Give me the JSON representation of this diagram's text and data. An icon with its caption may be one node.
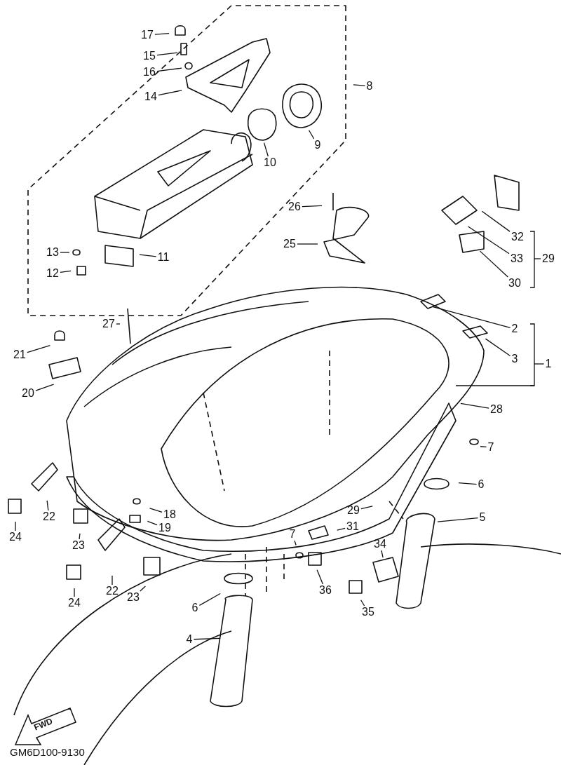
{
  "diagram": {
    "nodes": [
      {
        "text": [
          "17"
        ]
      },
      {
        "text": [
          "15"
        ]
      },
      {
        "text": [
          "16"
        ]
      },
      {
        "text": [
          "8"
        ]
      },
      {
        "text": [
          "14"
        ]
      },
      {
        "text": [
          "9"
        ]
      },
      {
        "text": [
          "10"
        ]
      },
      {
        "text": [
          "26"
        ]
      },
      {
        "text": [
          "32"
        ]
      },
      {
        "text": [
          "25"
        ]
      },
      {
        "text": [
          "13"
        ]
      },
      {
        "text": [
          "11"
        ]
      },
      {
        "text": [
          "33"
        ]
      },
      {
        "text": [
          "29"
        ]
      },
      {
        "text": [
          "12"
        ]
      },
      {
        "text": [
          "30"
        ]
      },
      {
        "text": [
          "27"
        ]
      },
      {
        "text": [
          "2"
        ]
      },
      {
        "text": [
          "21"
        ]
      },
      {
        "text": [
          "3"
        ]
      },
      {
        "text": [
          "1"
        ]
      },
      {
        "text": [
          "20"
        ]
      },
      {
        "text": [
          "28"
        ]
      },
      {
        "text": [
          "7"
        ]
      },
      {
        "text": [
          "6"
        ]
      },
      {
        "text": [
          "29"
        ]
      },
      {
        "text": [
          "18"
        ]
      },
      {
        "text": [
          "22"
        ]
      },
      {
        "text": [
          "5"
        ]
      },
      {
        "text": [
          "31"
        ]
      },
      {
        "text": [
          "19"
        ]
      },
      {
        "text": [
          "7"
        ]
      },
      {
        "text": [
          "24"
        ]
      },
      {
        "text": [
          "34"
        ]
      },
      {
        "text": [
          "23"
        ]
      },
      {
        "text": [
          "36"
        ]
      },
      {
        "text": [
          "22"
        ]
      },
      {
        "text": [
          "23"
        ]
      },
      {
        "text": [
          "24"
        ]
      },
      {
        "text": [
          "6"
        ]
      },
      {
        "text": [
          "35"
        ]
      },
      {
        "text": [
          "4"
        ]
      },
      {
        "text": [],
        "shape": "bar"
      },
      {
        "text": [],
        "shape": "bar"
      }
    ],
    "edges": [
      {
        "from": 0,
        "to": null,
        "arrow": "none"
      },
      {
        "from": 1,
        "to": null,
        "arrow": "none"
      },
      {
        "from": 2,
        "to": null,
        "arrow": "none"
      },
      {
        "from": 3,
        "to": null,
        "arrow": "none"
      },
      {
        "from": 4,
        "to": null,
        "arrow": "none"
      },
      {
        "from": 5,
        "to": null,
        "arrow": "none"
      },
      {
        "from": 6,
        "to": null,
        "arrow": "none"
      },
      {
        "from": 7,
        "to": null,
        "arrow": "none"
      },
      {
        "from": 8,
        "to": null,
        "arrow": "none"
      },
      {
        "from": 9,
        "to": null,
        "arrow": "none"
      },
      {
        "from": 10,
        "to": null,
        "arrow": "none"
      },
      {
        "from": 11,
        "to": null,
        "arrow": "none"
      },
      {
        "from": 12,
        "to": null,
        "arrow": "none"
      },
      {
        "from": 13,
        "to": 42,
        "arrow": "none"
      },
      {
        "from": 14,
        "to": null,
        "arrow": "none"
      },
      {
        "from": 15,
        "to": null,
        "arrow": "none"
      },
      {
        "from": 16,
        "to": null,
        "arrow": "none"
      },
      {
        "from": 17,
        "to": null,
        "arrow": "none"
      },
      {
        "from": 18,
        "to": null,
        "arrow": "none"
      },
      {
        "from": 19,
        "to": null,
        "arrow": "none"
      },
      {
        "from": 20,
        "to": 43,
        "arrow": "none"
      },
      {
        "from": 21,
        "to": null,
        "arrow": "none"
      },
      {
        "from": 22,
        "to": null,
        "arrow": "none"
      },
      {
        "from": 23,
        "to": null,
        "arrow": "none"
      },
      {
        "from": 24,
        "to": null,
        "arrow": "none"
      },
      {
        "from": 25,
        "to": null,
        "arrow": "none"
      },
      {
        "from": 26,
        "to": null,
        "arrow": "none"
      },
      {
        "from": 27,
        "to": null,
        "arrow": "none"
      },
      {
        "from": 28,
        "to": null,
        "arrow": "none"
      },
      {
        "from": 29,
        "to": null,
        "arrow": "none"
      },
      {
        "from": 30,
        "to": null,
        "arrow": "none"
      },
      {
        "from": 31,
        "to": null,
        "arrow": "none"
      },
      {
        "from": 32,
        "to": null,
        "arrow": "none"
      },
      {
        "from": 33,
        "to": null,
        "arrow": "none"
      },
      {
        "from": 34,
        "to": null,
        "arrow": "none"
      },
      {
        "from": 35,
        "to": null,
        "arrow": "none"
      },
      {
        "from": 36,
        "to": null,
        "arrow": "none"
      },
      {
        "from": 37,
        "to": null,
        "arrow": "none"
      },
      {
        "from": 38,
        "to": null,
        "arrow": "none"
      },
      {
        "from": 39,
        "to": null,
        "arrow": "none"
      },
      {
        "from": 40,
        "to": null,
        "arrow": "none"
      },
      {
        "from": 41,
        "to": null,
        "arrow": "none"
      }
    ],
    "labels": [
      "FWD",
      "GM6D100-9130"
    ]
  }
}
